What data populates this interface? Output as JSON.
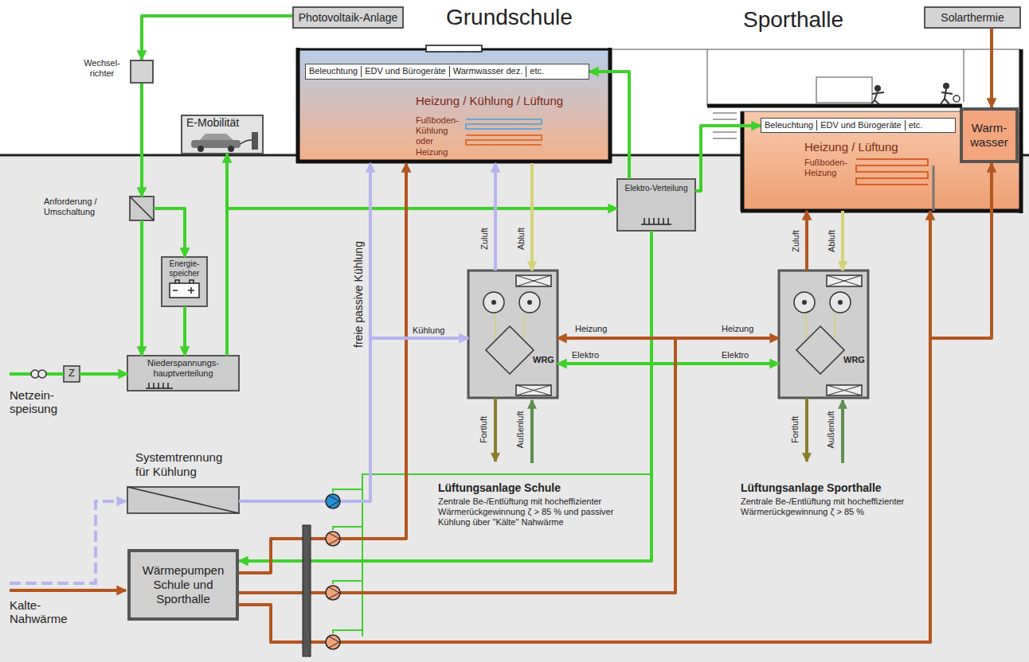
{
  "diagram": {
    "nodes": [
      {
        "text": [
          "Photovoltaik-Anlage"
        ]
      },
      {
        "text": [
          "Grundschule",
          "Heizung / Kühlung / Lüftung",
          "Fußboden- Kühlung oder Heizung"
        ]
      },
      {
        "text": [
          "Beleuchtung",
          "EDV und Bürogeräte",
          "Warmwasser dez.",
          "etc."
        ],
        "in": 1
      },
      {
        "text": [
          "Sporthalle",
          "Heizung / Lüftung",
          "Fußboden- Heizung"
        ]
      },
      {
        "text": [
          "Beleuchtung",
          "EDV und Bürogeräte",
          "etc."
        ],
        "in": 3
      },
      {
        "text": [
          "Warm- wasser"
        ],
        "in": 3
      },
      {
        "text": [
          "Solarthermie"
        ]
      },
      {
        "text": [
          "Wechsel- richter"
        ]
      },
      {
        "text": [
          "E-Mobilität"
        ]
      },
      {
        "text": [
          "Anforderung / Umschaltung"
        ]
      },
      {
        "text": [
          "Energie- speicher"
        ]
      },
      {
        "text": [
          "Niederspannungs- hauptverteilung"
        ]
      },
      {
        "text": [
          "Z"
        ]
      },
      {
        "text": [
          "Elektro-Verteilung"
        ]
      },
      {
        "text": [
          "WRG",
          "Lüftungsanlage Schule",
          "Zentrale Be-/Entlüftung mit hocheffizienter Wärmerückgewinnung ζ > 85 % und passiver Kühlung über \"Kälte\" Nahwärme"
        ]
      },
      {
        "text": [
          "WRG",
          "Lüftungsanlage Sporthalle",
          "Zentrale Be-/Entlüftung mit hocheffizienter Wärmerückgewinnung ζ > 85 %"
        ]
      },
      {
        "text": [
          "Systemtrennung für Kühlung"
        ]
      },
      {
        "text": [
          "Wärmepumpen Schule und Sporthalle"
        ]
      }
    ],
    "edges": [
      {
        "from": 0,
        "to": 7,
        "arrow": "to"
      },
      {
        "from": 7,
        "to": 9,
        "arrow": "to"
      },
      {
        "from": 9,
        "to": 10,
        "arrow": "to"
      },
      {
        "from": 10,
        "to": 11,
        "arrow": "to"
      },
      {
        "from": 9,
        "to": 11,
        "arrow": "to"
      },
      {
        "from": 11,
        "to": 8,
        "arrow": "to"
      },
      {
        "from": 11,
        "to": 13,
        "arrow": "to"
      },
      {
        "from": 12,
        "to": 11,
        "arrow": "to"
      },
      {
        "from": 13,
        "to": 2,
        "arrow": "to"
      },
      {
        "from": 13,
        "to": 4,
        "arrow": "to"
      },
      {
        "from": 13,
        "to": 14,
        "label": "Elektro",
        "arrow": "to"
      },
      {
        "from": 13,
        "to": 15,
        "label": "Elektro",
        "arrow": "to"
      },
      {
        "from": 13,
        "to": 17,
        "arrow": "to"
      },
      {
        "from": 17,
        "to": 14,
        "label": "Heizung",
        "arrow": "to"
      },
      {
        "from": 17,
        "to": 15,
        "label": "Heizung",
        "arrow": "to"
      },
      {
        "from": 17,
        "to": 1,
        "arrow": "to"
      },
      {
        "from": 17,
        "to": 3,
        "arrow": "to"
      },
      {
        "from": 17,
        "to": 5,
        "arrow": "to"
      },
      {
        "from": 6,
        "to": 5,
        "arrow": "to"
      },
      {
        "from": 14,
        "to": 1,
        "label": "Zuluft",
        "arrow": "to"
      },
      {
        "from": 1,
        "to": 14,
        "label": "Abluft",
        "arrow": "to"
      },
      {
        "from": 15,
        "to": 3,
        "label": "Zuluft",
        "arrow": "to"
      },
      {
        "from": 3,
        "to": 15,
        "label": "Abluft",
        "arrow": "to"
      },
      {
        "from": 16,
        "to": 1,
        "label": "freie passive Kühlung",
        "arrow": "to"
      },
      {
        "from": 16,
        "to": 14,
        "label": "Kühlung",
        "arrow": "to"
      }
    ],
    "labels": [
      "Netzein- speisung",
      "Fortluft",
      "Außenluft",
      "Fortluft",
      "Außenluft",
      "Kalte- Nahwärme"
    ]
  }
}
